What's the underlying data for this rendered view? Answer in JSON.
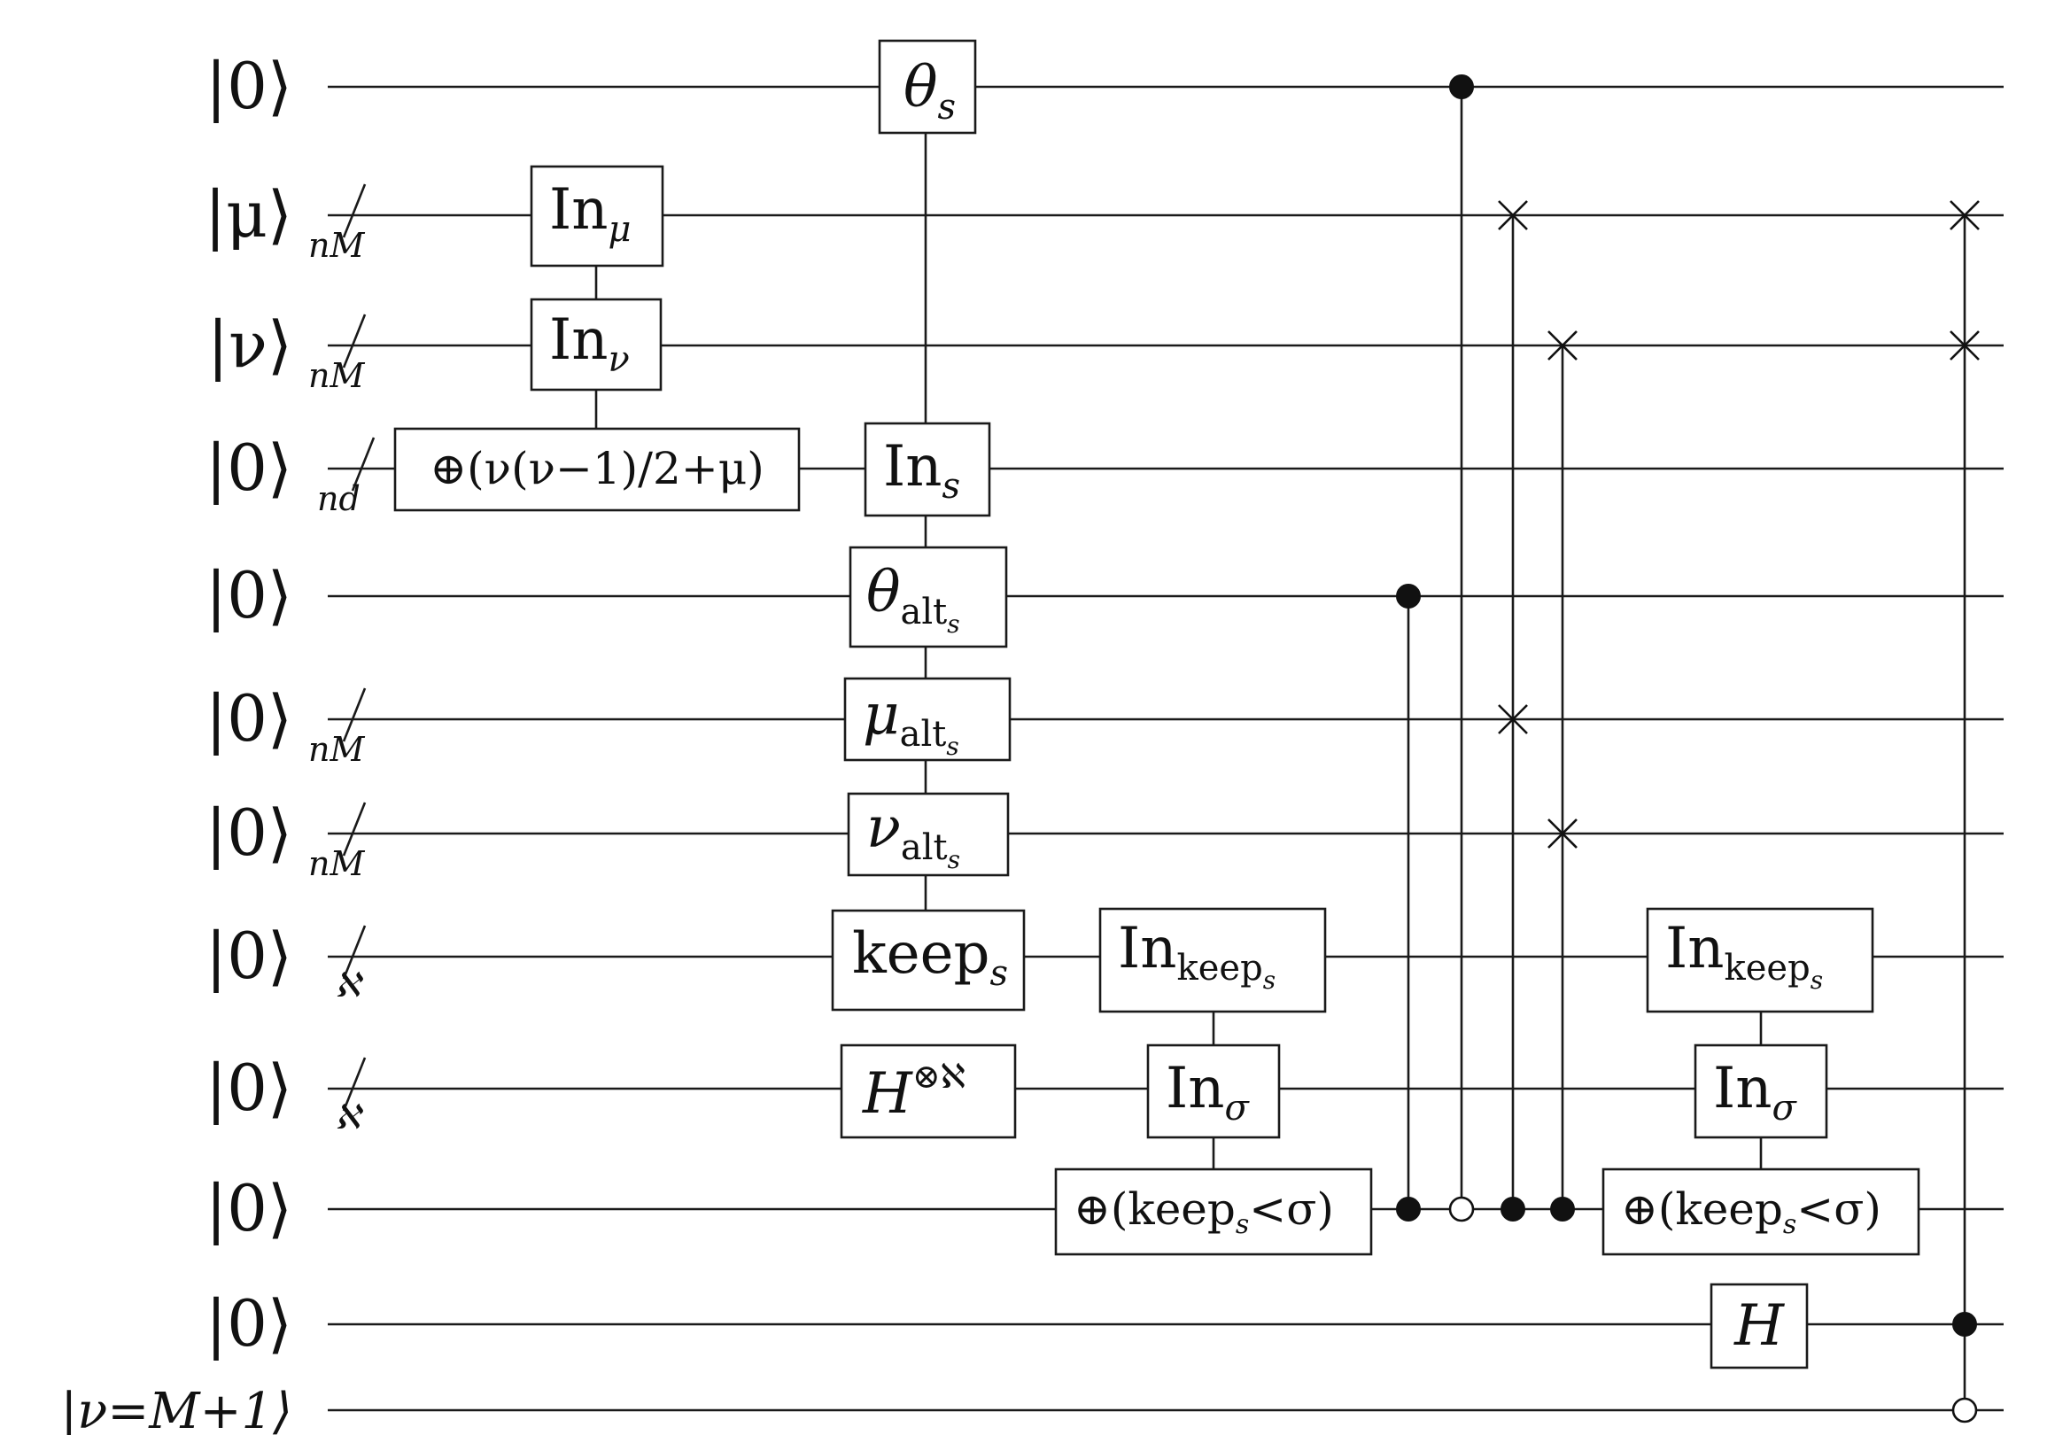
{
  "wires": [
    {
      "id": "w0",
      "ket": "|0⟩",
      "size_label": ""
    },
    {
      "id": "w1",
      "ket": "|μ⟩",
      "size_label": "nM"
    },
    {
      "id": "w2",
      "ket": "|ν⟩",
      "size_label": "nM"
    },
    {
      "id": "w3",
      "ket": "|0⟩",
      "size_label": "nd"
    },
    {
      "id": "w4",
      "ket": "|0⟩",
      "size_label": ""
    },
    {
      "id": "w5",
      "ket": "|0⟩",
      "size_label": "nM"
    },
    {
      "id": "w6",
      "ket": "|0⟩",
      "size_label": "nM"
    },
    {
      "id": "w7",
      "ket": "|0⟩",
      "size_label": "ℵ"
    },
    {
      "id": "w8",
      "ket": "|0⟩",
      "size_label": "ℵ"
    },
    {
      "id": "w9",
      "ket": "|0⟩",
      "size_label": ""
    },
    {
      "id": "w10",
      "ket": "|0⟩",
      "size_label": ""
    },
    {
      "id": "w11",
      "ket": "|ν=M+1⟩",
      "size_label": ""
    }
  ],
  "gates": {
    "theta_s": "θ",
    "theta_s_sub": "s",
    "in_mu": "In",
    "in_mu_sub": "μ",
    "in_nu": "In",
    "in_nu_sub": "ν",
    "oplus_index": "⊕(ν(ν−1)/2+μ)",
    "in_s": "In",
    "in_s_sub": "s",
    "theta_alt": "θ",
    "theta_alt_sub": "alt",
    "theta_alt_subsub": "s",
    "mu_alt": "μ",
    "mu_alt_sub": "alt",
    "mu_alt_subsub": "s",
    "nu_alt": "ν",
    "nu_alt_sub": "alt",
    "nu_alt_subsub": "s",
    "keep_s": "keep",
    "keep_s_sub": "s",
    "hadamard_tensor": "H",
    "hadamard_tensor_sup": "⊗ℵ",
    "in_keep_1": "In",
    "in_keep_1_sub": "keep",
    "in_keep_1_subsub": "s",
    "in_sigma_1": "In",
    "in_sigma_1_sub": "σ",
    "compare_1": "⊕(keep",
    "compare_1_sub": "s",
    "compare_1_tail": "<σ)",
    "in_keep_2": "In",
    "in_keep_2_sub": "keep",
    "in_keep_2_subsub": "s",
    "in_sigma_2": "In",
    "in_sigma_2_sub": "σ",
    "compare_2": "⊕(keep",
    "compare_2_sub": "s",
    "compare_2_tail": "<σ)",
    "hadamard": "H"
  }
}
